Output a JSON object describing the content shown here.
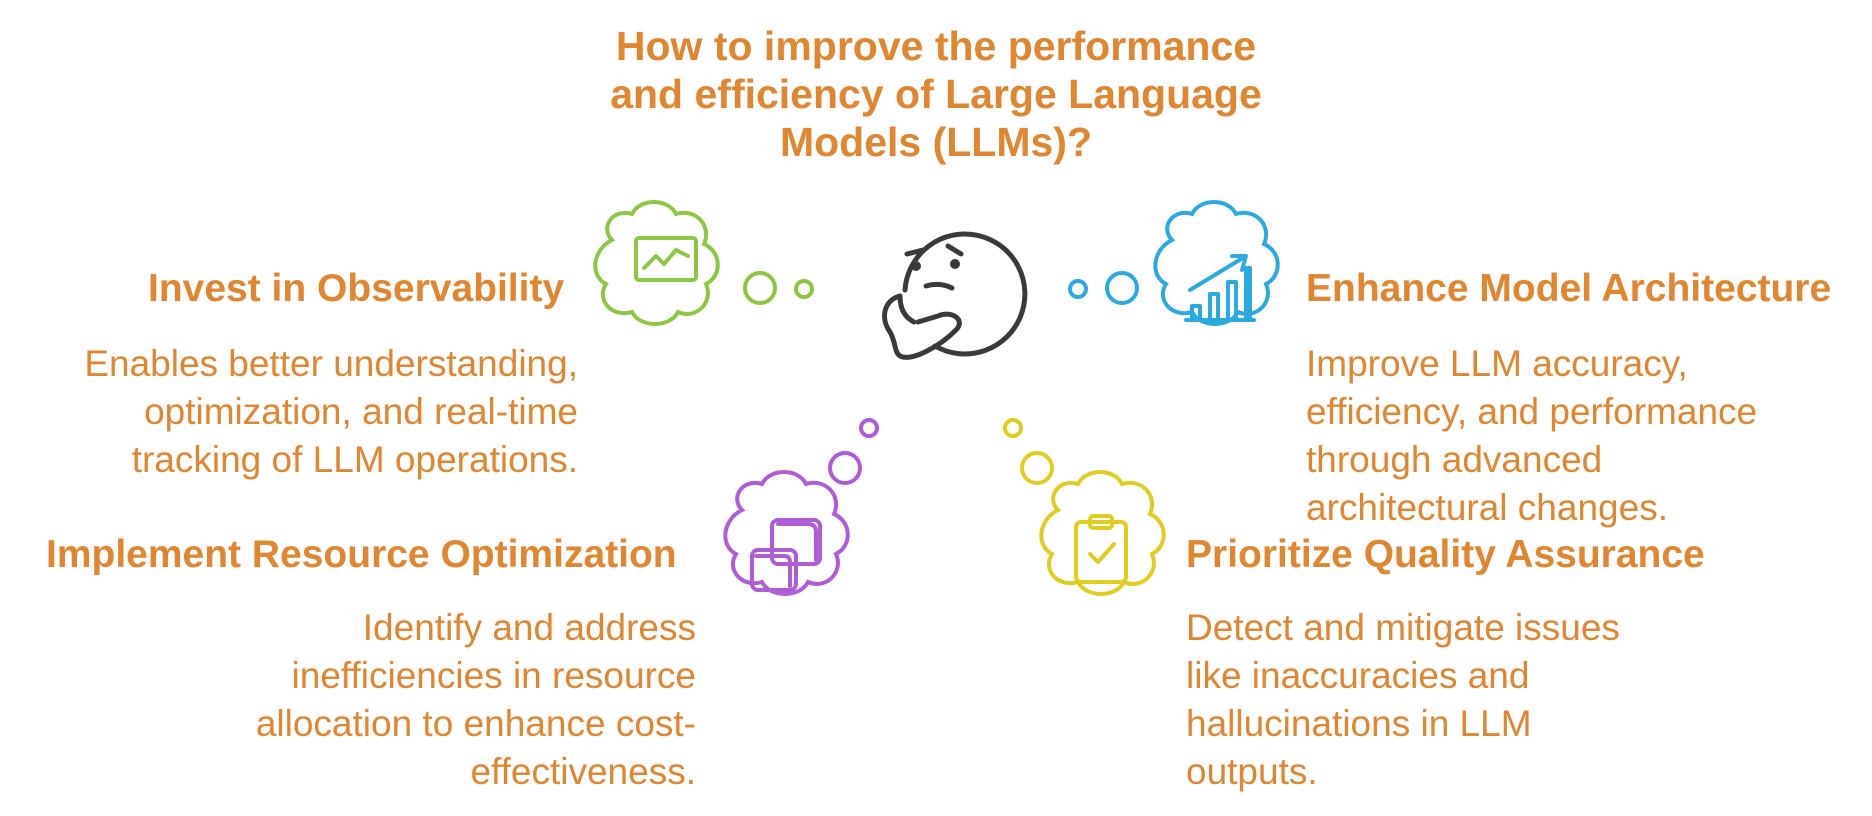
{
  "title": "How to improve the performance\nand efficiency of Large Language\nModels (LLMs)?",
  "colors": {
    "text": "#e0862e",
    "face": "#3a3a3a",
    "observability": "#8dc63f",
    "architecture": "#29abe2",
    "resource": "#b05cd6",
    "quality": "#e0cc1f"
  },
  "center": {
    "icon": "thinking-face-icon"
  },
  "items": {
    "observability": {
      "heading": "Invest in Observability",
      "description": "Enables better understanding,\noptimization, and real-time\ntracking of LLM operations.",
      "icon": "line-chart-icon"
    },
    "architecture": {
      "heading": "Enhance Model Architecture",
      "description": "Improve LLM accuracy,\nefficiency, and performance\nthrough advanced\narchitectural changes.",
      "icon": "bar-chart-growth-icon"
    },
    "resource": {
      "heading": "Implement Resource Optimization",
      "description": "Identify and address\ninefficiencies in resource\nallocation to enhance cost-\neffectiveness.",
      "icon": "route-arrow-icon"
    },
    "quality": {
      "heading": "Prioritize Quality Assurance",
      "description": "Detect and mitigate issues\nlike inaccuracies and\nhallucinations in LLM\noutputs.",
      "icon": "clipboard-check-icon"
    }
  }
}
